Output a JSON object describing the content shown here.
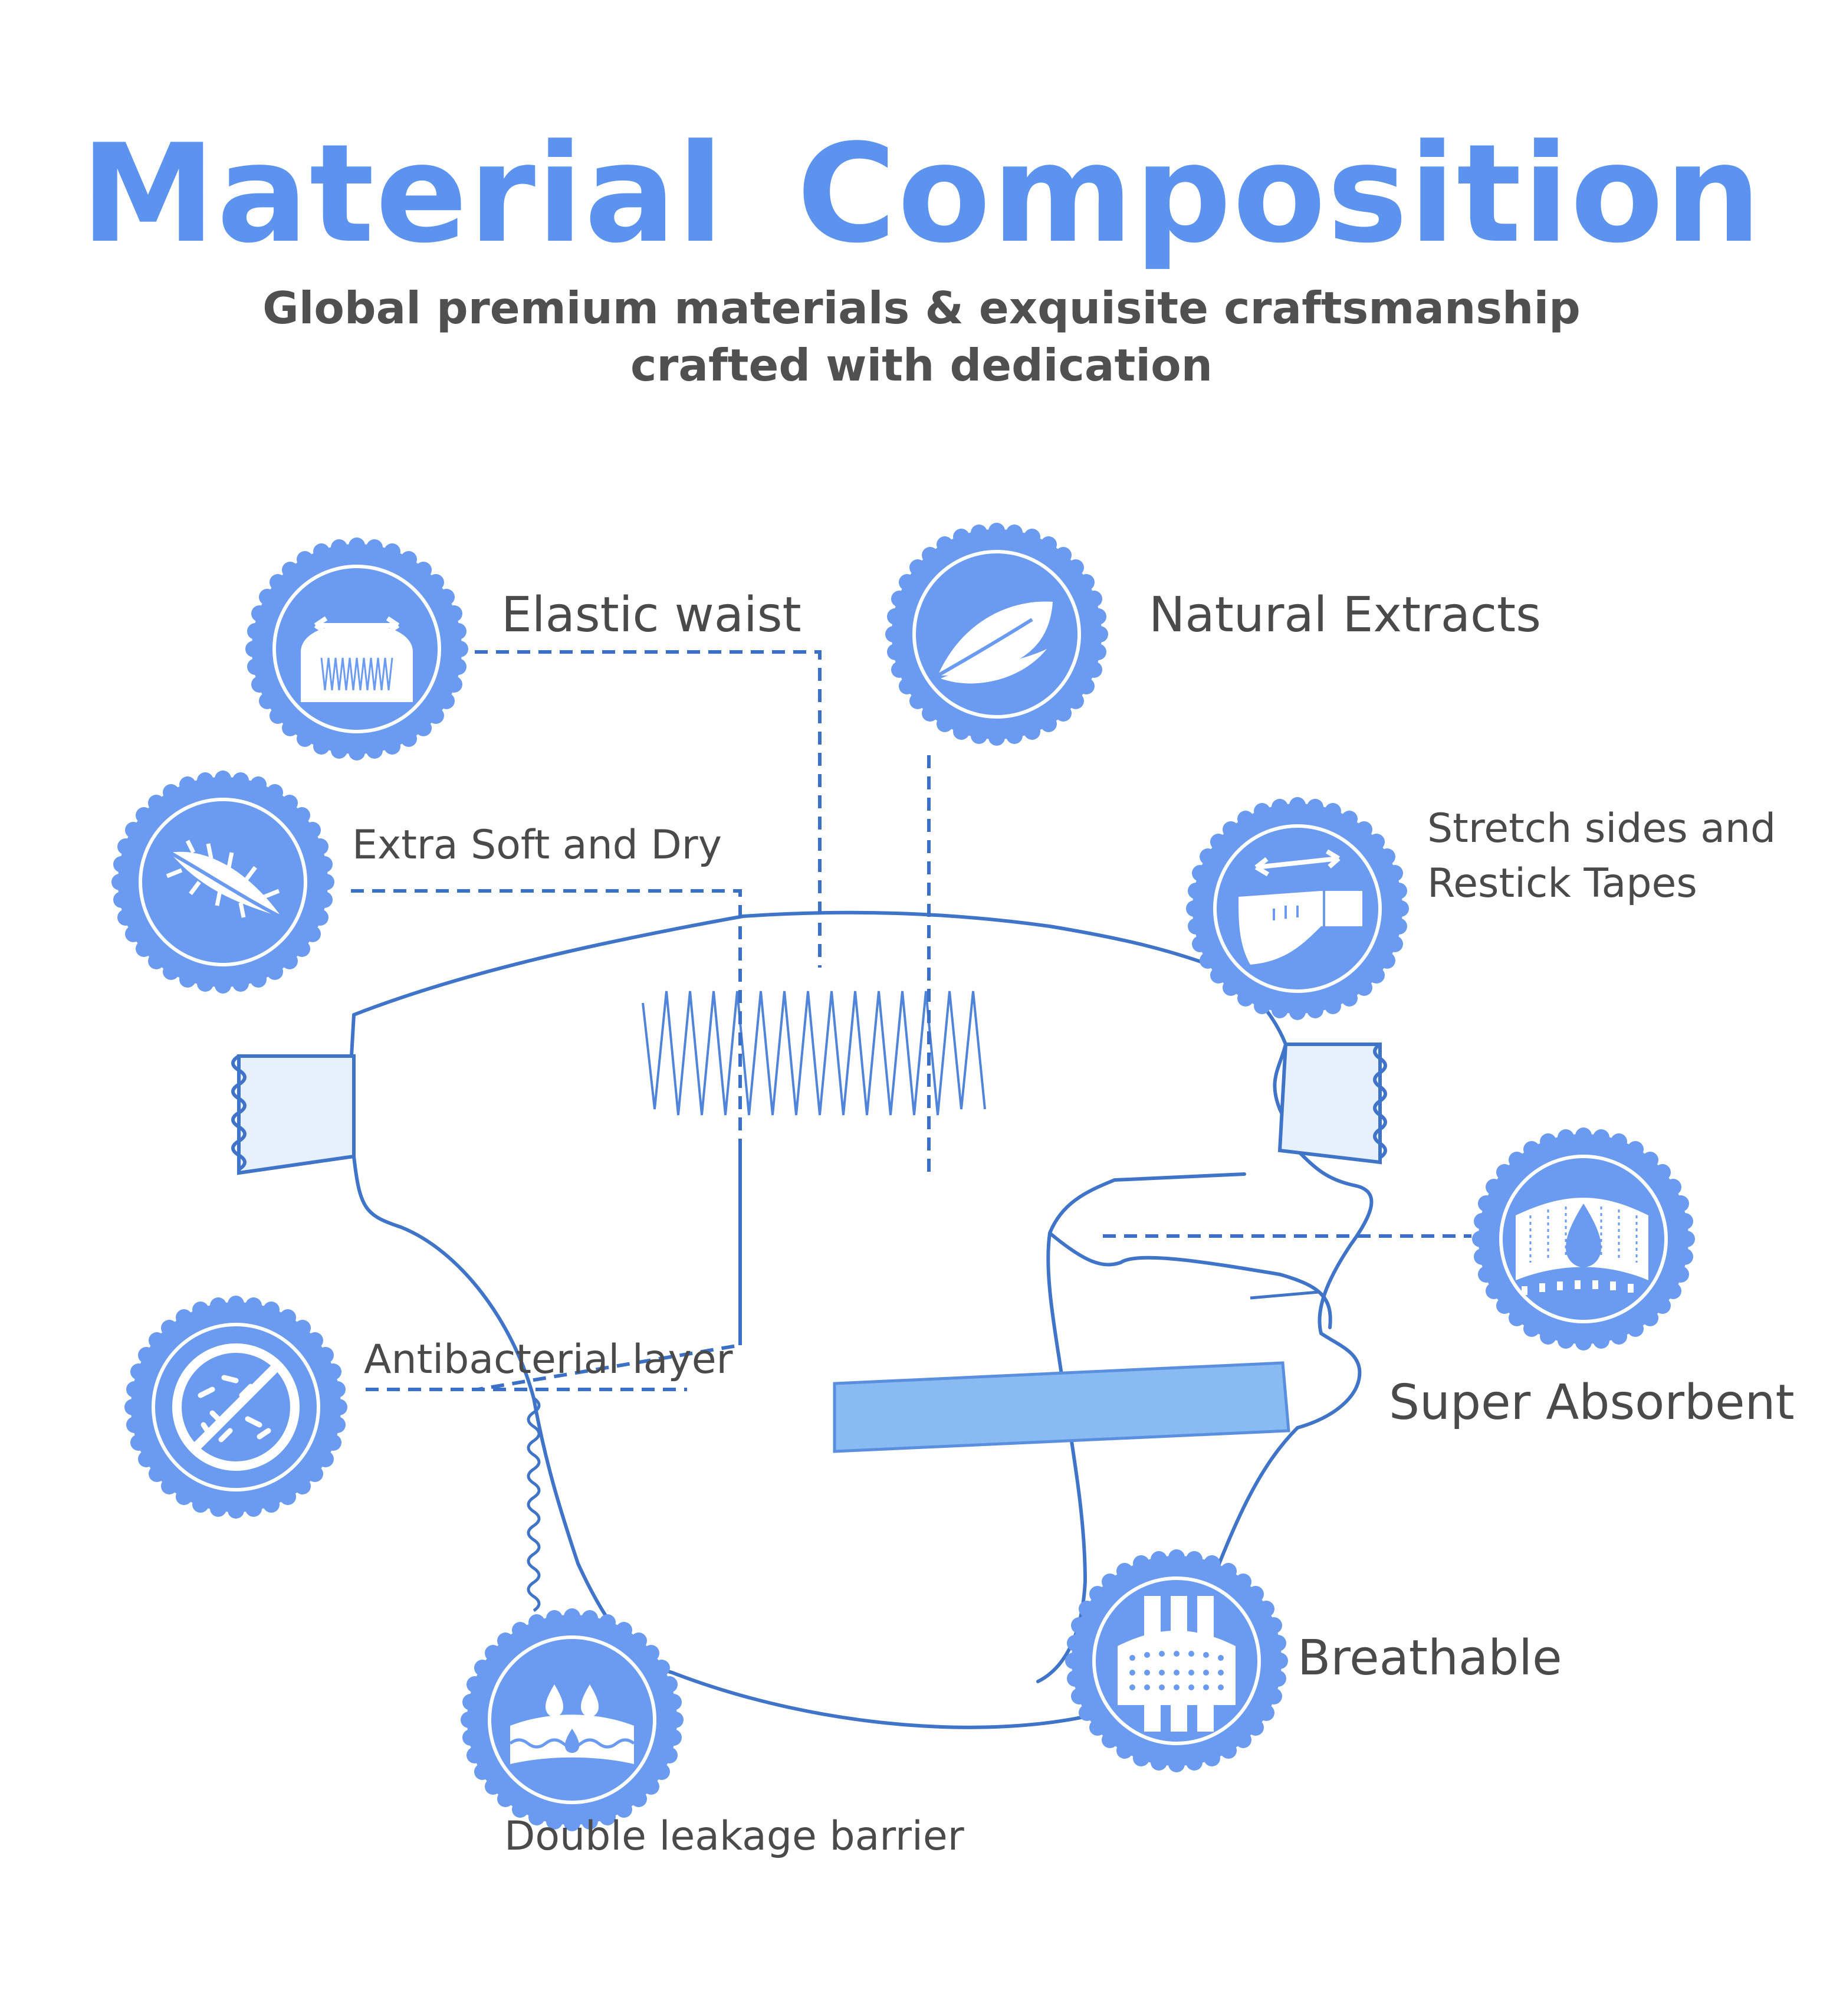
{
  "header": {
    "title": "Material  Composition",
    "subtitle_line1": "Global premium materials & exquisite craftsmanship",
    "subtitle_line2": "crafted with dedication"
  },
  "features": {
    "elastic_waist": "Elastic waist",
    "natural_extracts": "Natural Extracts",
    "extra_soft": "Extra Soft and Dry",
    "stretch_line1": "Stretch sides and",
    "stretch_line2": "Restick Tapes",
    "antibacterial": "Antibacterial layer",
    "super_absorbent": "Super Absorbent",
    "breathable": "Breathable",
    "double_leakage": "Double leakage barrier"
  },
  "icons": {
    "elastic_waist": "elastic-waist-icon",
    "natural_extracts": "leaf-icon",
    "extra_soft": "feather-icon",
    "stretch_sides": "stretch-tape-icon",
    "antibacterial": "no-bacteria-icon",
    "super_absorbent": "water-drop-icon",
    "breathable": "breathable-mesh-icon",
    "double_leakage": "leakage-barrier-icon"
  },
  "colors": {
    "accent": "#5b93ee",
    "badge": "#6b9bf0",
    "outline": "#3f74c9",
    "text": "#4a4a4a"
  }
}
